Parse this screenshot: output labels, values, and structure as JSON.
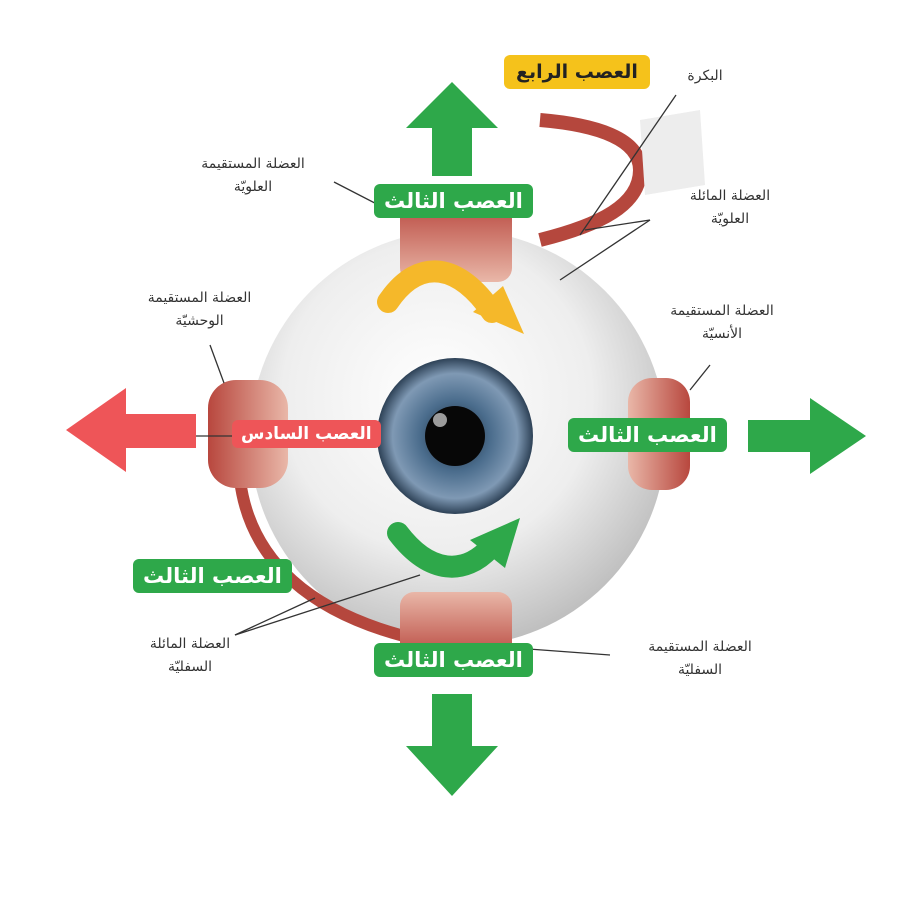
{
  "nerves": {
    "third": "العصب الثالث",
    "fourth": "العصب الرابع",
    "sixth": "العصب السادس"
  },
  "muscles": {
    "superior_rectus": [
      "العضلة المستقيمة",
      "العلويّة"
    ],
    "lateral_rectus": [
      "العضلة المستقيمة",
      "الوحشيّة"
    ],
    "medial_rectus": [
      "العضلة المستقيمة",
      "الأنسيّة"
    ],
    "inferior_rectus": [
      "العضلة المستقيمة",
      "السفليّة"
    ],
    "superior_oblique": [
      "العضلة المائلة",
      "العلويّة"
    ],
    "inferior_oblique": [
      "العضلة المائلة",
      "السفليّة"
    ],
    "trochlea": "البكرة"
  },
  "colors": {
    "third_nerve": "#2ea84a",
    "fourth_nerve": "#f5c21b",
    "sixth_nerve": "#ee5558",
    "muscle": "#c0564a"
  },
  "icons": {
    "up": "arrow-up-icon",
    "down": "arrow-down-icon",
    "left": "arrow-left-icon",
    "right": "arrow-right-icon",
    "curve_yellow": "curved-arrow-icon",
    "curve_green": "curved-arrow-icon"
  }
}
